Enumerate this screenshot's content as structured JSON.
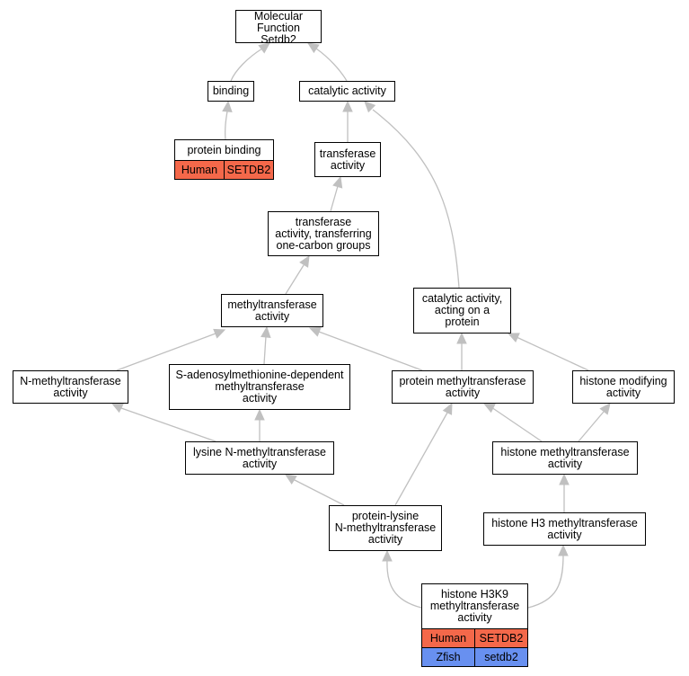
{
  "colors": {
    "human": "#f4684a",
    "zfish": "#6890f0",
    "edge": "#c0c0c0",
    "border": "#000000"
  },
  "nodes": {
    "root": {
      "lines": [
        "Molecular Function",
        "Setdb2"
      ]
    },
    "binding": {
      "lines": [
        "binding"
      ]
    },
    "catalytic": {
      "lines": [
        "catalytic activity"
      ]
    },
    "protein_binding": {
      "lines": [
        "protein binding"
      ],
      "annotations": [
        {
          "species": "Human",
          "gene": "SETDB2"
        }
      ]
    },
    "transferase": {
      "lines": [
        "transferase",
        "activity"
      ]
    },
    "transferase_onecarbon": {
      "lines": [
        "transferase",
        "activity, transferring",
        "one-carbon groups"
      ]
    },
    "methyltransferase": {
      "lines": [
        "methyltransferase",
        "activity"
      ]
    },
    "catalytic_protein": {
      "lines": [
        "catalytic activity,",
        "acting on a",
        "protein"
      ]
    },
    "n_methyltransferase": {
      "lines": [
        "N-methyltransferase",
        "activity"
      ]
    },
    "sam_methyltransferase": {
      "lines": [
        "S-adenosylmethionine-dependent",
        "methyltransferase",
        "activity"
      ]
    },
    "protein_methyltransferase": {
      "lines": [
        "protein methyltransferase",
        "activity"
      ]
    },
    "histone_modifying": {
      "lines": [
        "histone modifying",
        "activity"
      ]
    },
    "lysine_n_methyltransferase": {
      "lines": [
        "lysine N-methyltransferase",
        "activity"
      ]
    },
    "histone_methyltransferase": {
      "lines": [
        "histone methyltransferase",
        "activity"
      ]
    },
    "protein_lysine": {
      "lines": [
        "protein-lysine",
        "N-methyltransferase",
        "activity"
      ]
    },
    "histone_h3": {
      "lines": [
        "histone H3 methyltransferase",
        "activity"
      ]
    },
    "histone_h3k9": {
      "lines": [
        "histone H3K9",
        "methyltransferase",
        "activity"
      ],
      "annotations": [
        {
          "species": "Human",
          "gene": "SETDB2"
        },
        {
          "species": "Zfish",
          "gene": "setdb2"
        }
      ]
    }
  }
}
